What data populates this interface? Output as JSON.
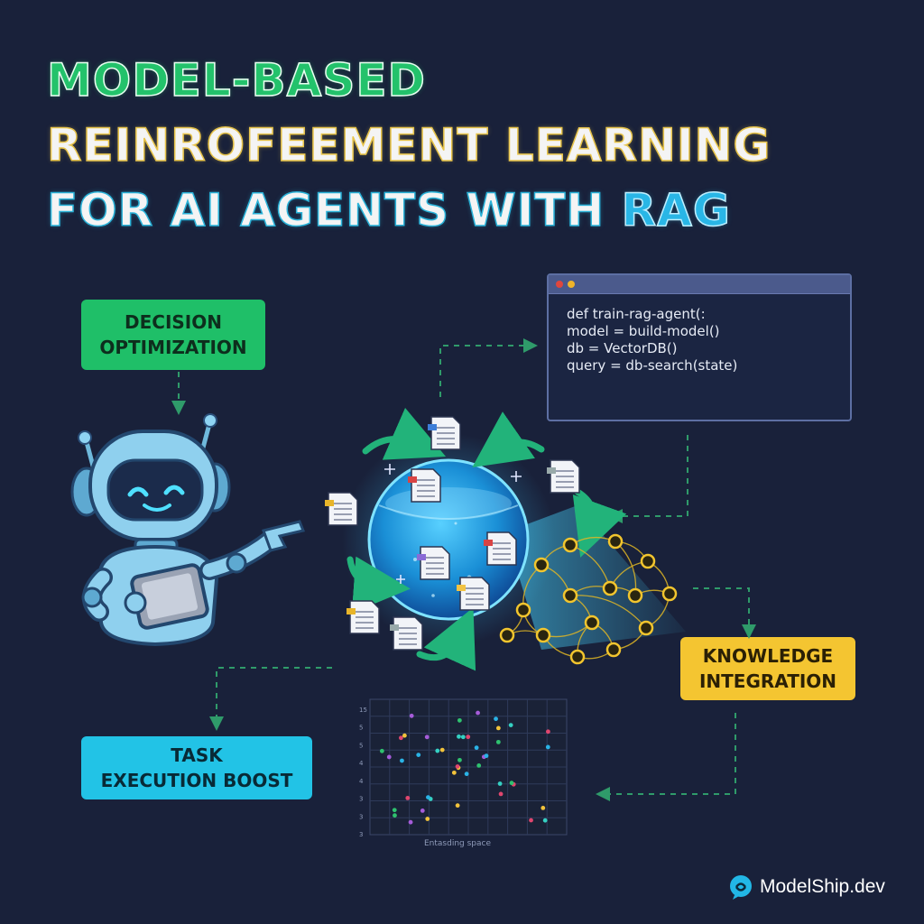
{
  "title": {
    "line1": "MODEL-BASED",
    "line2": "REINROFEEMENT LEARNING",
    "line3_pre": "FOR AI AGENTS WITH ",
    "line3_accent": "RAG"
  },
  "labels": {
    "decision": [
      "DECISION",
      "OPTIMIZATION"
    ],
    "knowledge": [
      "KNOWLEDGE",
      "INTEGRATION"
    ],
    "task": [
      "TASK",
      "EXECUTION BOOST"
    ]
  },
  "code": {
    "lines": [
      "def train-rag-agent(:",
      "model = build-model()",
      "db = VectorDB()",
      "query = db-search(state)"
    ],
    "window_dots": [
      "#e0463d",
      "#f0b429"
    ]
  },
  "embedding_plot": {
    "y_ticks": [
      "15",
      "5",
      "5",
      "4",
      "4",
      "3",
      "3",
      "3"
    ],
    "caption": "Entasding space"
  },
  "brand": {
    "name": "ModelShip.dev",
    "icon": "chat-logo-icon"
  },
  "colors": {
    "background": "#19213a",
    "green": "#1fbf68",
    "yellow": "#f4c531",
    "cyan": "#22c3e6",
    "robot": "#7cc8e8",
    "flow_arrow": "#2f9b6a"
  },
  "icons": [
    "robot-icon",
    "tablet-icon",
    "document-icon",
    "sphere-icon",
    "network-icon",
    "cycle-arrow-icon",
    "sparkle-icon"
  ]
}
